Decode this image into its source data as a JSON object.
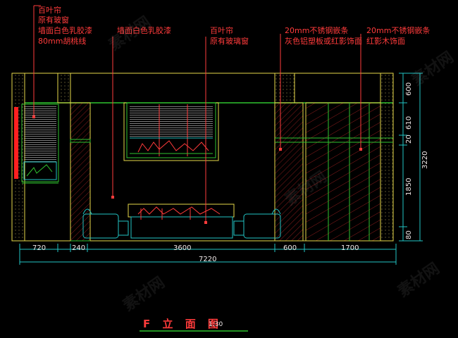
{
  "drawing": {
    "title": "F 立 面 图",
    "scale": "1:30",
    "watermark": "素材网"
  },
  "labels": {
    "left_group": [
      "百叶帘",
      "原有玻窗",
      "墙面白色乳胶漆",
      "80mm胡桃线"
    ],
    "mid_left": "墙面白色乳胶漆",
    "mid_group": [
      "百叶帘",
      "原有玻璃窗"
    ],
    "right1": [
      "20mm不锈钢嵌条",
      "灰色铝塑板或红影饰面"
    ],
    "right2": [
      "20mm不锈钢嵌条",
      "红影木饰面"
    ]
  },
  "dimensions": {
    "horizontal": [
      "720",
      "240",
      "3600",
      "600",
      "1700"
    ],
    "overall": "7220",
    "vertical": [
      "600",
      "610",
      "20",
      "1850",
      "80"
    ],
    "vertical_total": "3220"
  },
  "colors": {
    "frame": "#e6d84a",
    "green": "#2fc42f",
    "cyan": "#22c4c4",
    "red": "#ff3b3b",
    "white": "#f0e9e9",
    "hatch": "#8c1c1c"
  }
}
